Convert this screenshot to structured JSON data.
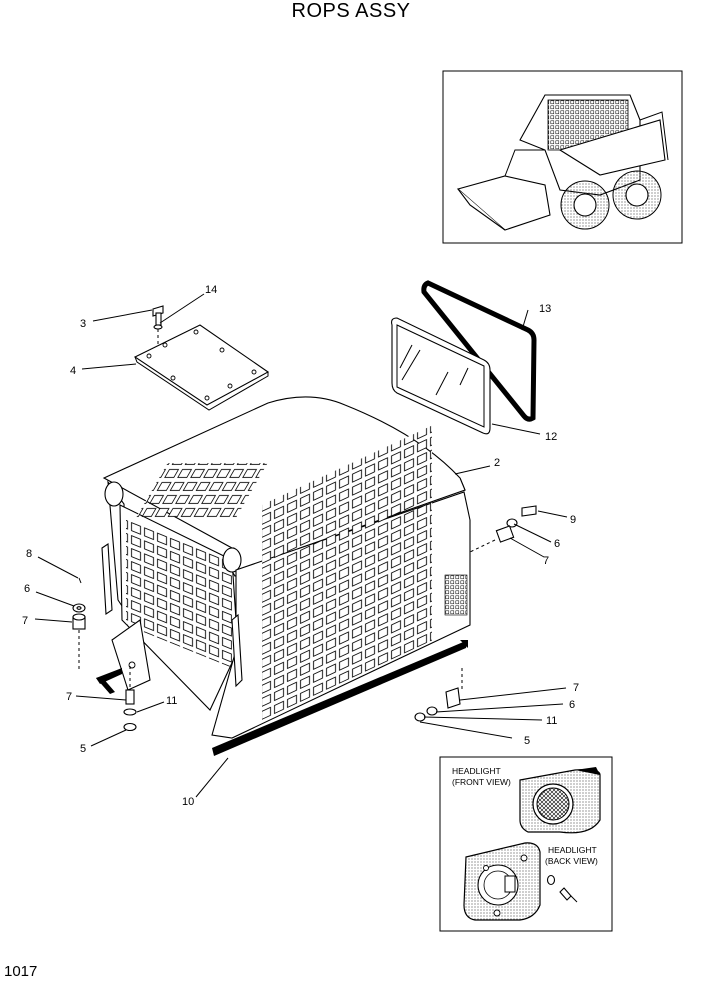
{
  "title": "ROPS ASSY",
  "page_number": "1017",
  "callouts": {
    "c2": "2",
    "c3": "3",
    "c4": "4",
    "c5a": "5",
    "c5b": "5",
    "c6a": "6",
    "c6b": "6",
    "c6c": "6",
    "c7a": "7",
    "c7b": "7",
    "c7c": "7",
    "c7d": "7",
    "c8": "8",
    "c9": "9",
    "c10": "10",
    "c11a": "11",
    "c11b": "11",
    "c12": "12",
    "c13": "13",
    "c14": "14"
  },
  "inset_headlight": {
    "front_label_1": "HEADLIGHT",
    "front_label_2": "(FRONT VIEW)",
    "back_label_1": "HEADLIGHT",
    "back_label_2": "(BACK VIEW)"
  }
}
